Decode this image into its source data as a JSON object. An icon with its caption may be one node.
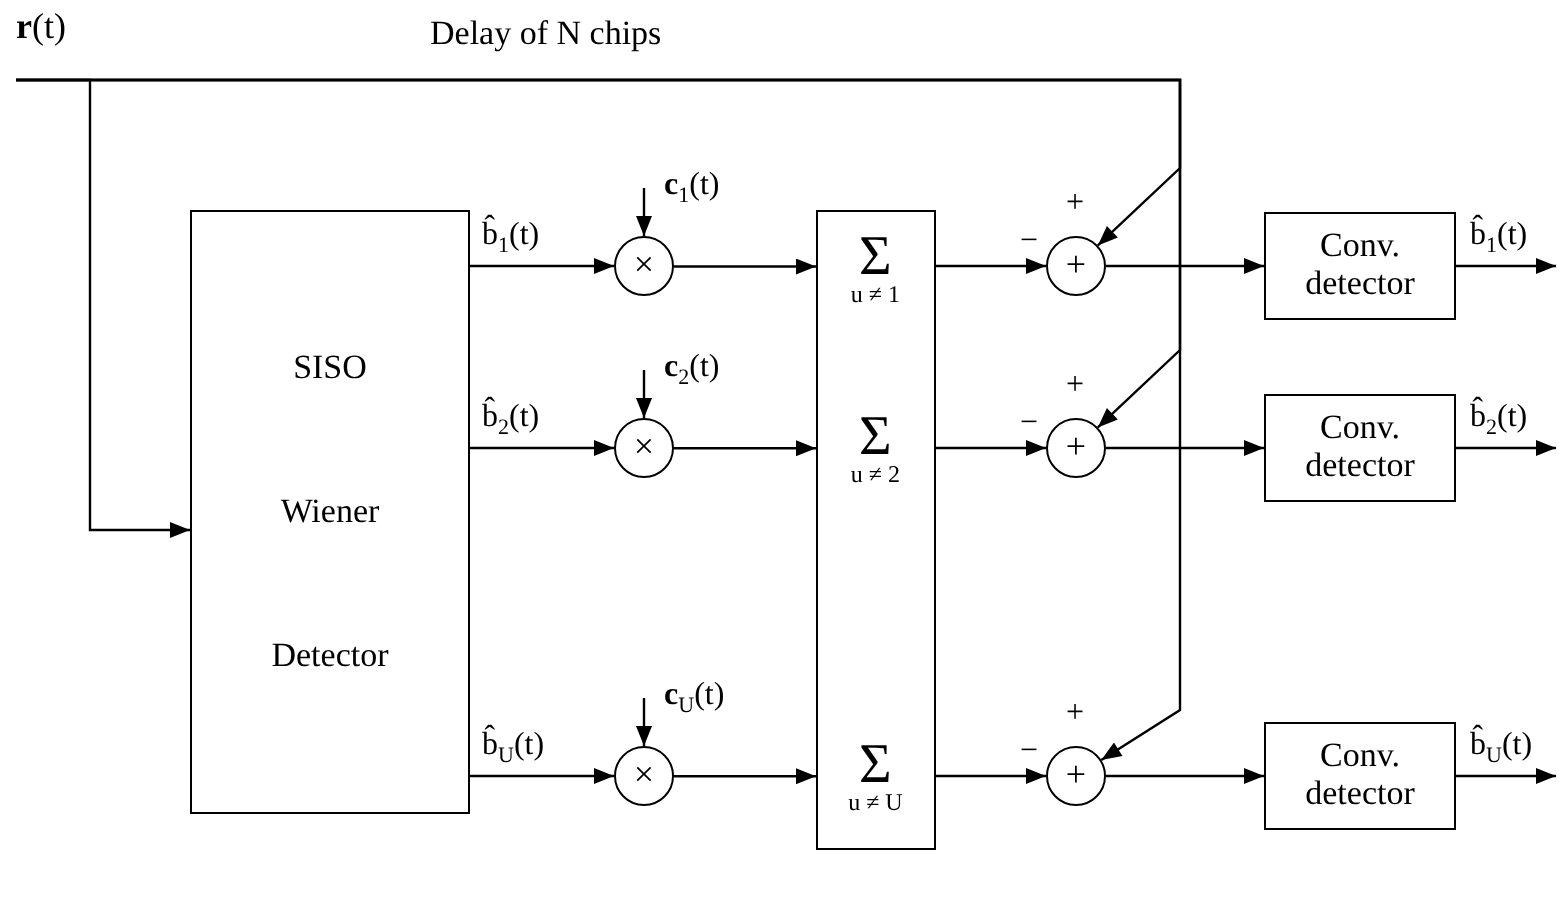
{
  "diagram": {
    "nodes": [
      {
        "text": [
          "**r**(t)"
        ]
      },
      {
        "text": [
          "SISO Wiener Detector"
        ]
      },
      {
        "text": [
          "×"
        ]
      },
      {
        "text": [
          "×"
        ]
      },
      {
        "text": [
          "×"
        ]
      },
      {
        "text": [],
        "shape": "box"
      },
      {
        "text": [
          "Σ",
          "u ≠ 1"
        ],
        "in": 5
      },
      {
        "text": [
          "Σ",
          "u ≠ 2"
        ],
        "in": 5
      },
      {
        "text": [
          "Σ",
          "u ≠ U"
        ],
        "in": 5
      },
      {
        "text": [
          "+"
        ]
      },
      {
        "text": [
          "+"
        ]
      },
      {
        "text": [
          "+"
        ]
      },
      {
        "text": [
          "Conv. detector"
        ]
      },
      {
        "text": [
          "Conv. detector"
        ]
      },
      {
        "text": [
          "Conv. detector"
        ]
      }
    ],
    "edges": [
      {
        "from": 0,
        "to": 1,
        "arrow": "to"
      },
      {
        "from": 0,
        "to": 9,
        "arrow": "to"
      },
      {
        "from": 0,
        "to": 10,
        "arrow": "to"
      },
      {
        "from": 0,
        "to": 11,
        "arrow": "to"
      },
      {
        "from": 1,
        "to": 2,
        "arrow": "to",
        "label": "b̂$_{1}$(t)"
      },
      {
        "from": 1,
        "to": 3,
        "arrow": "to",
        "label": "b̂$_{2}$(t)"
      },
      {
        "from": 1,
        "to": 4,
        "arrow": "to",
        "label": "b̂$_{U}$(t)"
      },
      {
        "from": null,
        "to": 2,
        "arrow": "to",
        "label": "**c**$_{1}$(t)"
      },
      {
        "from": null,
        "to": 3,
        "arrow": "to",
        "label": "**c**$_{2}$(t)"
      },
      {
        "from": null,
        "to": 4,
        "arrow": "to",
        "label": "**c**$_{U}$(t)"
      },
      {
        "from": 2,
        "to": 6,
        "arrow": "to"
      },
      {
        "from": 3,
        "to": 7,
        "arrow": "to"
      },
      {
        "from": 4,
        "to": 8,
        "arrow": "to"
      },
      {
        "from": 6,
        "to": 9,
        "arrow": "to"
      },
      {
        "from": 7,
        "to": 10,
        "arrow": "to"
      },
      {
        "from": 8,
        "to": 11,
        "arrow": "to"
      },
      {
        "from": 9,
        "to": 12,
        "arrow": "to"
      },
      {
        "from": 10,
        "to": 13,
        "arrow": "to"
      },
      {
        "from": 11,
        "to": 14,
        "arrow": "to"
      },
      {
        "from": 12,
        "to": null,
        "arrow": "to",
        "label": "b̂$_{1}$(t)"
      },
      {
        "from": 13,
        "to": null,
        "arrow": "to",
        "label": "b̂$_{2}$(t)"
      },
      {
        "from": 14,
        "to": null,
        "arrow": "to",
        "label": "b̂$_{U}$(t)"
      }
    ],
    "labels": [
      "Delay of N chips",
      "+",
      "−",
      "+",
      "−",
      "+",
      "−"
    ]
  }
}
